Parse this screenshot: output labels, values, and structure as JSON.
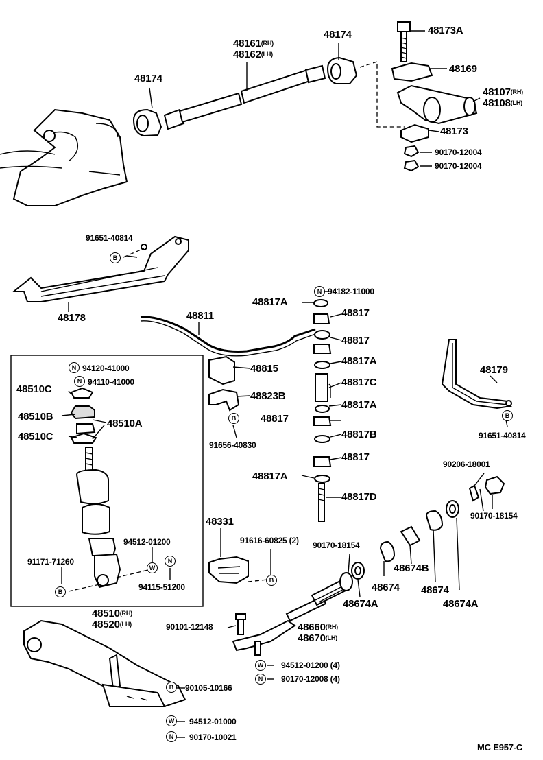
{
  "parts": {
    "p48174_left": "48174",
    "p48161": "48161",
    "p48161_side": "(RH)",
    "p48162": "48162",
    "p48162_side": "(LH)",
    "p48174_right": "48174",
    "p48173A": "48173A",
    "p48169": "48169",
    "p48107": "48107",
    "p48107_side": "(RH)",
    "p48108": "48108",
    "p48108_side": "(LH)",
    "p48173": "48173",
    "p90170_12004_a": "90170-12004",
    "p90170_12004_b": "90170-12004",
    "p91651_40814_top": "91651-40814",
    "p48178": "48178",
    "p48811": "48811",
    "p48817A_1": "48817A",
    "p94182_11000": "94182-11000",
    "p48817_1": "48817",
    "p48817_2": "48817",
    "p48817A_2": "48817A",
    "p48817C": "48817C",
    "p48817A_3": "48817A",
    "p48817_3": "48817",
    "p48817B": "48817B",
    "p48817_4": "48817",
    "p48817A_4": "48817A",
    "p48817D": "48817D",
    "p48815": "48815",
    "p48823B": "48823B",
    "p91656_40830": "91656-40830",
    "p48179": "48179",
    "p91651_40814_right": "91651-40814",
    "p94120_41000": "94120-41000",
    "p94110_41000": "94110-41000",
    "p48510C_1": "48510C",
    "p48510B": "48510B",
    "p48510A": "48510A",
    "p48510C_2": "48510C",
    "p94512_01200": "94512-01200",
    "p91171_71260": "91171-71260",
    "p94115_51200": "94115-51200",
    "p48510": "48510",
    "p48510_side": "(RH)",
    "p48520": "48520",
    "p48520_side": "(LH)",
    "p48331": "48331",
    "p91616_60825": "91616-60825 (2)",
    "p90170_18154_a": "90170-18154",
    "p90206_18001": "90206-18001",
    "p90170_18154_b": "90170-18154",
    "p48674_a": "48674",
    "p48674B": "48674B",
    "p48674A_a": "48674A",
    "p48674_b": "48674",
    "p48674A_b": "48674A",
    "p48660": "48660",
    "p48660_side": "(RH)",
    "p48670": "48670",
    "p48670_side": "(LH)",
    "p90101_12148": "90101-12148",
    "p94512_01200_4": "94512-01200 (4)",
    "p90170_12008_4": "90170-12008 (4)",
    "p90105_10166": "90105-10166",
    "p94512_01000": "94512-01000",
    "p90170_10021": "90170-10021",
    "diagram_code": "MC  E957-C"
  },
  "symbols": {
    "bolt": "B",
    "nut": "N",
    "washer": "W"
  }
}
